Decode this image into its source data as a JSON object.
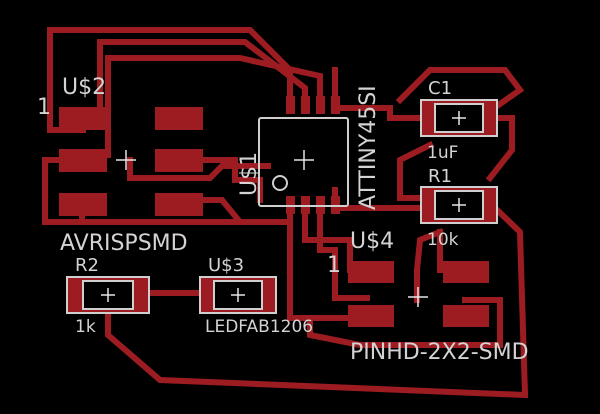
{
  "board": {
    "background": "#000000",
    "copper_color": "#9c1c22",
    "text_color": "#d3d3d3",
    "outline_color": "#cfcfcf"
  },
  "labels": {
    "us2_name": "U$2",
    "us2_pin1": "1",
    "avrispsmd": "AVRISPSMD",
    "attiny": "ATTINY45SI",
    "us1": "U$1",
    "c1_name": "C1",
    "c1_value": "1uF",
    "r1_name": "R1",
    "r1_value": "10k",
    "us4_name": "U$4",
    "us4_pin1": "1",
    "pinhd": "PINHD-2X2-SMD",
    "r2_name": "R2",
    "r2_value": "1k",
    "us3_name": "U$3",
    "ledfab": "LEDFAB1206"
  }
}
